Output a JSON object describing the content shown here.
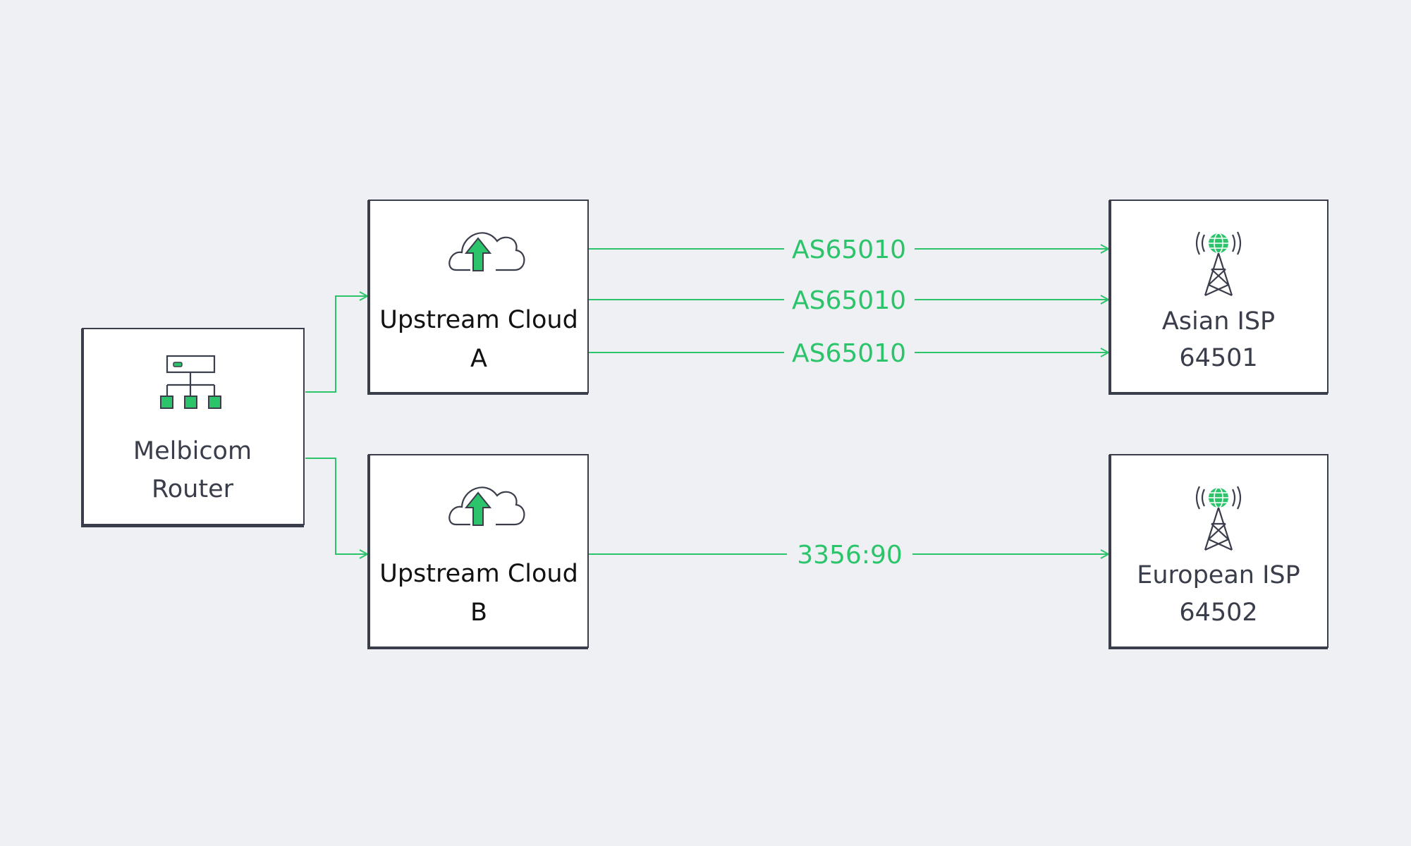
{
  "diagram": {
    "nodes": {
      "router": {
        "line1": "Melbicom",
        "line2": "Router"
      },
      "cloud_a": {
        "line1": "Upstream Cloud",
        "line2": "A"
      },
      "cloud_b": {
        "line1": "Upstream Cloud",
        "line2": "B"
      },
      "asian_isp": {
        "line1": "Asian ISP",
        "line2": "64501"
      },
      "european_isp": {
        "line1": "European ISP",
        "line2": "64502"
      }
    },
    "edges": {
      "a_asia_1": "AS65010",
      "a_asia_2": "AS65010",
      "a_asia_3": "AS65010",
      "b_europe": "3356:90"
    },
    "colors": {
      "background": "#eff0f4",
      "accent": "#2cc46a",
      "outline": "#3a3d4a",
      "node_fill": "#ffffff"
    },
    "icons": {
      "router": "network-hierarchy-icon",
      "cloud_a": "cloud-upload-icon",
      "cloud_b": "cloud-upload-icon",
      "asian_isp": "radio-tower-globe-icon",
      "european_isp": "radio-tower-globe-icon"
    }
  }
}
